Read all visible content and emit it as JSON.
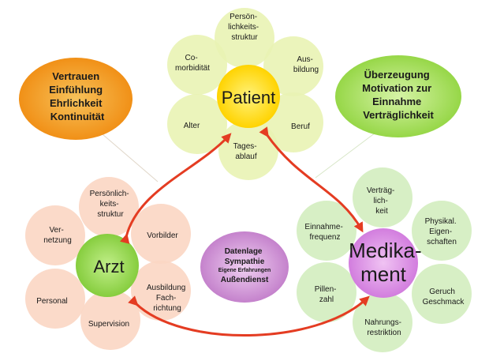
{
  "patient": {
    "title": "Patient",
    "petals": {
      "top": [
        "Persön-",
        "lichkeits-",
        "struktur"
      ],
      "top_right": [
        "Aus-",
        "bildung"
      ],
      "right": [
        "Beruf"
      ],
      "bottom": [
        "Tages-",
        "ablauf"
      ],
      "left": [
        "Alter"
      ],
      "top_left": [
        "Co-",
        "morbidität"
      ]
    }
  },
  "arzt": {
    "title": "Arzt",
    "petals": {
      "top": [
        "Persönlich-",
        "keits-",
        "struktur"
      ],
      "top_right": [
        "Vorbilder"
      ],
      "bottom_right": [
        "Ausbildung",
        "Fach-",
        "richtung"
      ],
      "bottom": [
        "Supervision"
      ],
      "left": [
        "Personal"
      ],
      "top_left": [
        "Ver-",
        "netzung"
      ]
    }
  },
  "medikament": {
    "title": [
      "Medika-",
      "ment"
    ],
    "petals": {
      "top": [
        "Verträg-",
        "lich-",
        "keit"
      ],
      "top_right": [
        "Physikal.",
        "Eigen-",
        "schaften"
      ],
      "bottom_right": [
        "Geruch",
        "Geschmack"
      ],
      "bottom": [
        "Nahrungs-",
        "restriktion"
      ],
      "left": [
        "Pillen-",
        "zahl"
      ],
      "top_left": [
        "Einnahme-",
        "frequenz"
      ]
    }
  },
  "ovals": {
    "orange": [
      "Vertrauen",
      "Einfühlung",
      "Ehrlichkeit",
      "Kontinuität"
    ],
    "green": [
      "Überzeugung",
      "Motivation zur",
      "Einnahme",
      "Verträglichkeit"
    ],
    "center": {
      "lines": [
        "Datenlage",
        "Sympathie"
      ],
      "small": "Eigene Erfahrungen",
      "last": "Außendienst"
    }
  },
  "colors": {
    "patient_petal": "#e9f3b4",
    "patient_center": "#ffe23a",
    "arzt_petal": "#fbd6c3",
    "arzt_center": "#a6e06a",
    "med_petal": "#d3edbf",
    "med_center": "#de9be6",
    "orange_oval": "#f4a328",
    "green_oval": "#b0e26a",
    "center_oval": "#d39bd8",
    "arrow": "#e43c22"
  }
}
